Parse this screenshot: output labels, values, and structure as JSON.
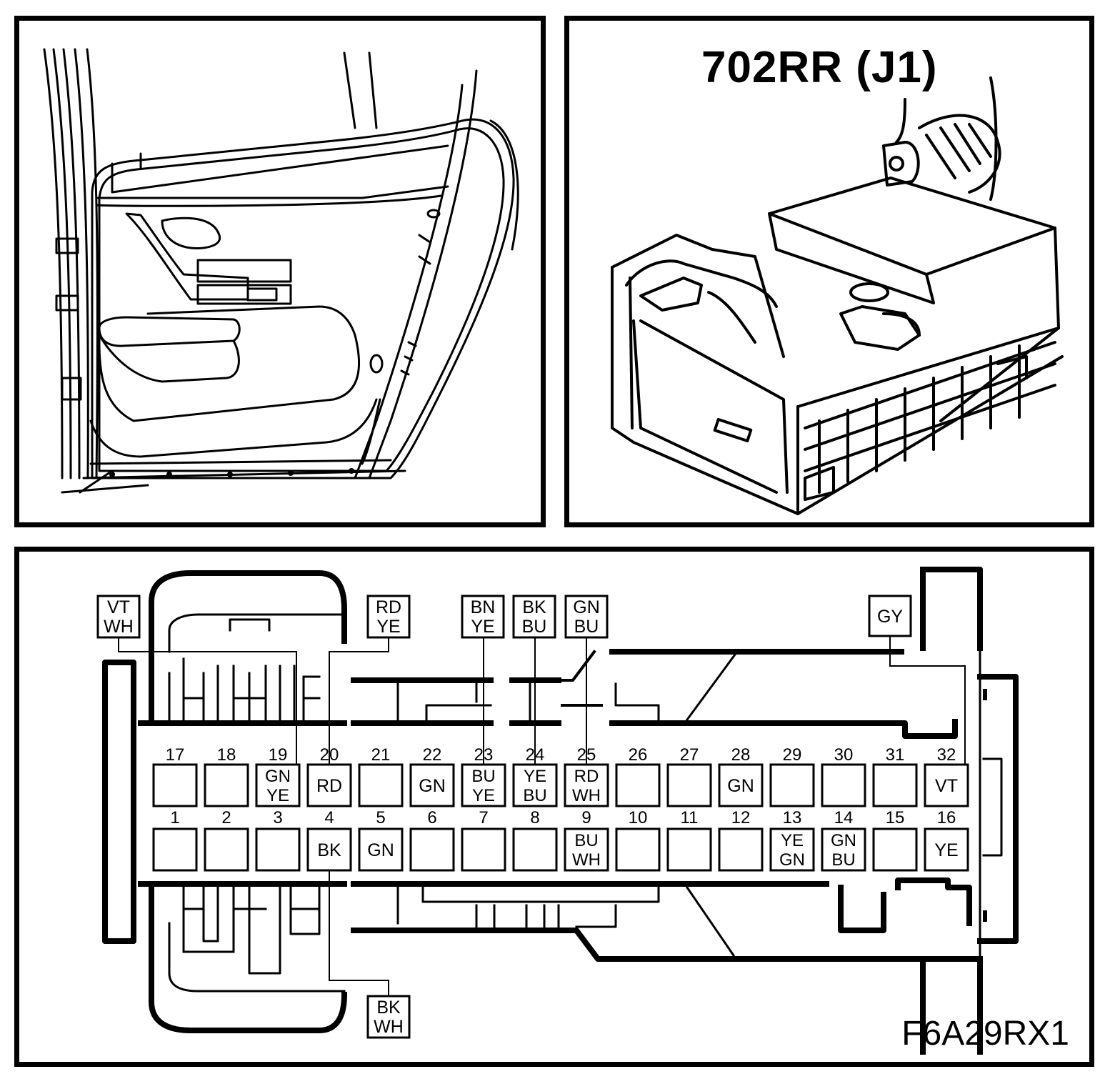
{
  "connector": {
    "name": "702RR (J1)"
  },
  "figure_code": "F6A29RX1",
  "pins_top_row": [
    {
      "num": "17",
      "wire": ""
    },
    {
      "num": "18",
      "wire": ""
    },
    {
      "num": "19",
      "wire": "GN YE"
    },
    {
      "num": "20",
      "wire": "RD"
    },
    {
      "num": "21",
      "wire": ""
    },
    {
      "num": "22",
      "wire": "GN"
    },
    {
      "num": "23",
      "wire": "BU YE"
    },
    {
      "num": "24",
      "wire": "YE BU"
    },
    {
      "num": "25",
      "wire": "RD WH"
    },
    {
      "num": "26",
      "wire": ""
    },
    {
      "num": "27",
      "wire": ""
    },
    {
      "num": "28",
      "wire": "GN"
    },
    {
      "num": "29",
      "wire": ""
    },
    {
      "num": "30",
      "wire": ""
    },
    {
      "num": "31",
      "wire": ""
    },
    {
      "num": "32",
      "wire": "VT"
    }
  ],
  "pins_bottom_row": [
    {
      "num": "1",
      "wire": ""
    },
    {
      "num": "2",
      "wire": ""
    },
    {
      "num": "3",
      "wire": ""
    },
    {
      "num": "4",
      "wire": "BK"
    },
    {
      "num": "5",
      "wire": "GN"
    },
    {
      "num": "6",
      "wire": ""
    },
    {
      "num": "7",
      "wire": ""
    },
    {
      "num": "8",
      "wire": ""
    },
    {
      "num": "9",
      "wire": "BU WH"
    },
    {
      "num": "10",
      "wire": ""
    },
    {
      "num": "11",
      "wire": ""
    },
    {
      "num": "12",
      "wire": ""
    },
    {
      "num": "13",
      "wire": "YE GN"
    },
    {
      "num": "14",
      "wire": "GN BU"
    },
    {
      "num": "15",
      "wire": ""
    },
    {
      "num": "16",
      "wire": "YE"
    }
  ],
  "callouts": [
    {
      "text": "VT WH",
      "pin": "19"
    },
    {
      "text": "RD YE",
      "pin": "20"
    },
    {
      "text": "BN YE",
      "pin": "23"
    },
    {
      "text": "BK BU",
      "pin": "24"
    },
    {
      "text": "GN BU",
      "pin": "25"
    },
    {
      "text": "GY",
      "pin": "32"
    },
    {
      "text": "BK WH",
      "pin": "4"
    }
  ]
}
